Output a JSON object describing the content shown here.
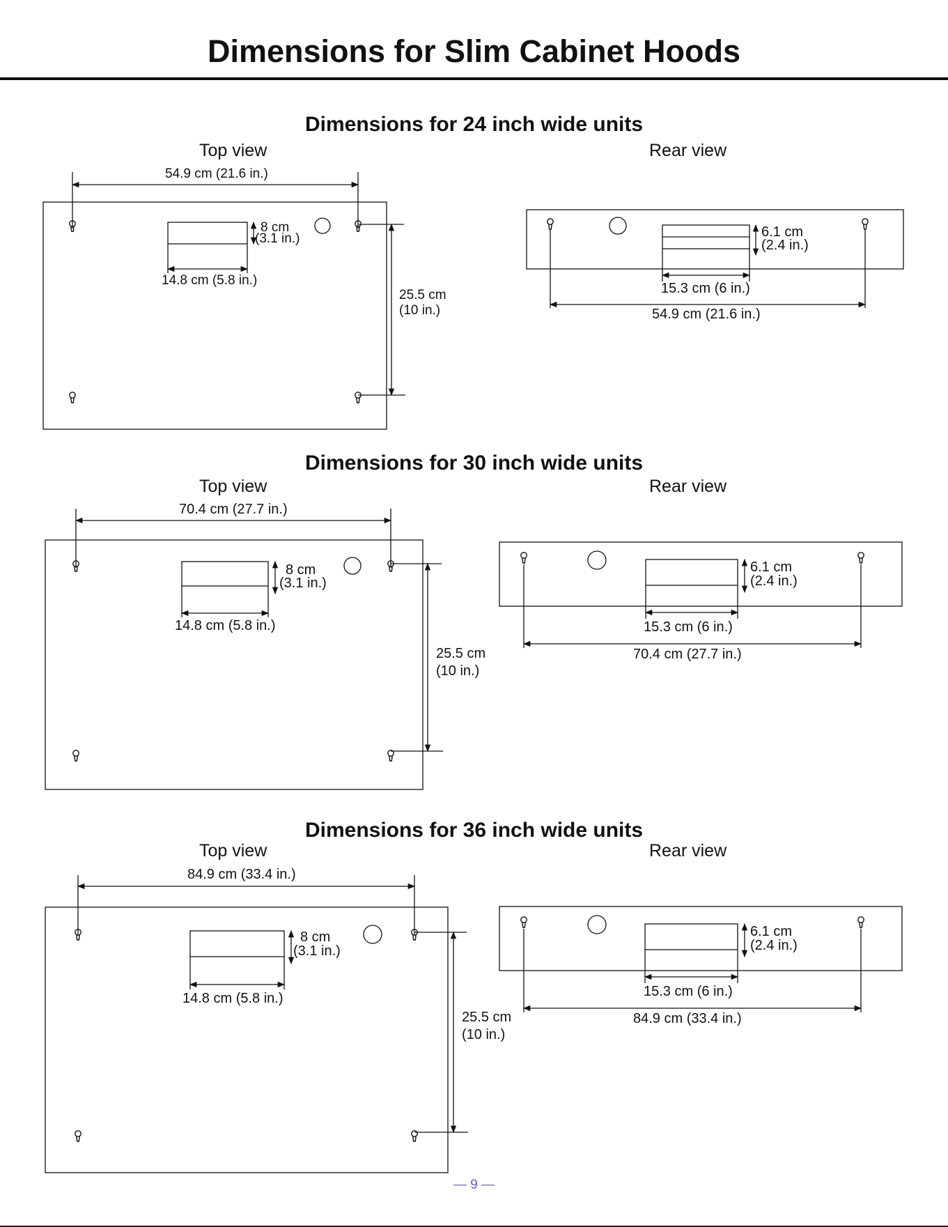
{
  "page_title": "Dimensions for Slim Cabinet Hoods",
  "page_number": "— 9 —",
  "sections": [
    {
      "title": "Dimensions for 24 inch wide units",
      "top_view": {
        "label": "Top view",
        "width_dim": "54.9 cm (21.6 in.)",
        "slot_height_cm": "8 cm",
        "slot_height_in": "(3.1 in.)",
        "slot_width_dim": "14.8 cm (5.8 in.)",
        "depth_cm": "25.5 cm",
        "depth_in": "(10 in.)"
      },
      "rear_view": {
        "label": "Rear view",
        "slot_height_cm": "6.1 cm",
        "slot_height_in": "(2.4 in.)",
        "slot_width_dim": "15.3 cm (6 in.)",
        "width_dim": "54.9 cm (21.6 in.)"
      }
    },
    {
      "title": "Dimensions for 30 inch wide units",
      "top_view": {
        "label": "Top view",
        "width_dim": "70.4 cm (27.7 in.)",
        "slot_height_cm": "8 cm",
        "slot_height_in": "(3.1 in.)",
        "slot_width_dim": "14.8 cm (5.8 in.)",
        "depth_cm": "25.5 cm",
        "depth_in": "(10 in.)"
      },
      "rear_view": {
        "label": "Rear view",
        "slot_height_cm": "6.1 cm",
        "slot_height_in": "(2.4 in.)",
        "slot_width_dim": "15.3 cm (6 in.)",
        "width_dim": "70.4 cm (27.7 in.)"
      }
    },
    {
      "title": "Dimensions for 36 inch wide units",
      "top_view": {
        "label": "Top view",
        "width_dim": "84.9 cm (33.4 in.)",
        "slot_height_cm": "8 cm",
        "slot_height_in": "(3.1 in.)",
        "slot_width_dim": "14.8 cm (5.8 in.)",
        "depth_cm": "25.5 cm",
        "depth_in": "(10 in.)"
      },
      "rear_view": {
        "label": "Rear view",
        "slot_height_cm": "6.1 cm",
        "slot_height_in": "(2.4 in.)",
        "slot_width_dim": "15.3 cm (6 in.)",
        "width_dim": "84.9 cm (33.4 in.)"
      }
    }
  ]
}
